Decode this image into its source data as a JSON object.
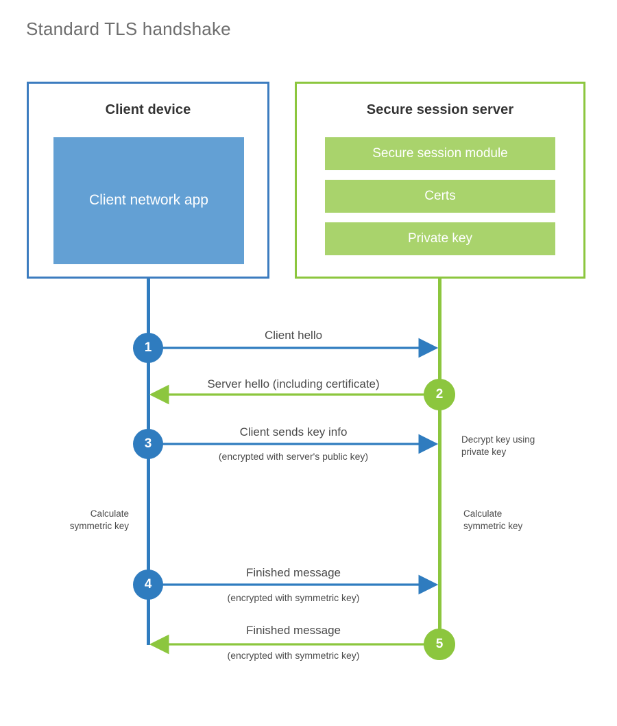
{
  "title": "Standard TLS handshake",
  "colors": {
    "client_accent": "#2f7cbf",
    "client_border": "#3c7cbf",
    "client_fill": "#63a0d4",
    "server_accent": "#8cc63e",
    "server_fill": "#a9d36c",
    "title_text": "#6e6e6e",
    "body_text": "#4a4a4a",
    "background": "#ffffff"
  },
  "client": {
    "title": "Client device",
    "app_label": "Client network app"
  },
  "server": {
    "title": "Secure session server",
    "rows": [
      {
        "label": "Secure session module"
      },
      {
        "label": "Certs"
      },
      {
        "label": "Private key"
      }
    ]
  },
  "steps": [
    {
      "number": "1",
      "label": "Client hello",
      "sublabel": "",
      "direction": "client-to-server",
      "color": "blue"
    },
    {
      "number": "2",
      "label": "Server hello (including certificate)",
      "sublabel": "",
      "direction": "server-to-client",
      "color": "green"
    },
    {
      "number": "3",
      "label": "Client sends key info",
      "sublabel": "(encrypted with server's public key)",
      "direction": "client-to-server",
      "color": "blue"
    },
    {
      "number": "4",
      "label": "Finished message",
      "sublabel": "(encrypted with symmetric key)",
      "direction": "client-to-server",
      "color": "blue"
    },
    {
      "number": "5",
      "label": "Finished message",
      "sublabel": "(encrypted with symmetric key)",
      "direction": "server-to-client",
      "color": "green"
    }
  ],
  "notes": {
    "server_decrypt": "Decrypt key using\nprivate key",
    "client_calculate": "Calculate\nsymmetric key",
    "server_calculate": "Calculate\nsymmetric key"
  }
}
